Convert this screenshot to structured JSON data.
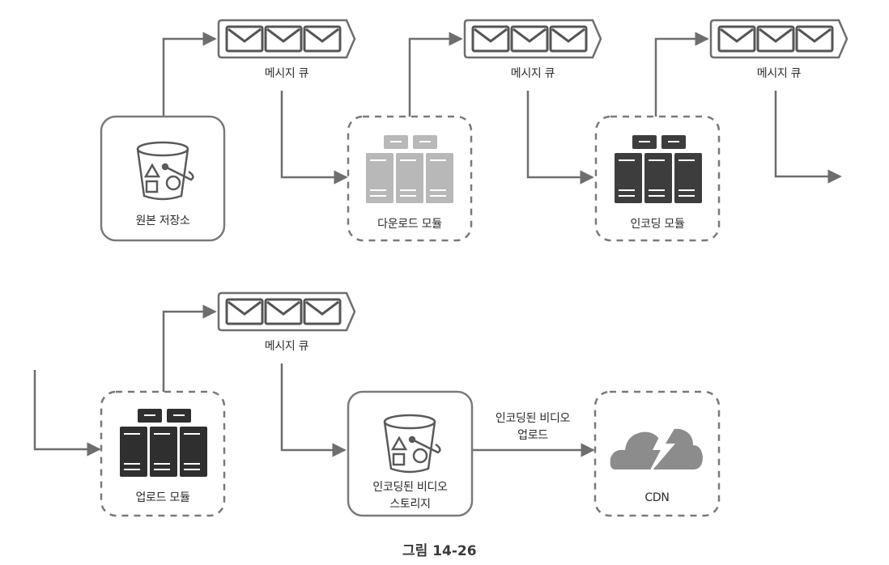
{
  "figure": {
    "caption": "그림 14-26"
  },
  "queues": [
    {
      "id": "queue-1",
      "label": "메시지 큐",
      "message_count": 3
    },
    {
      "id": "queue-2",
      "label": "메시지 큐",
      "message_count": 3
    },
    {
      "id": "queue-3",
      "label": "메시지 큐",
      "message_count": 3
    },
    {
      "id": "queue-4",
      "label": "메시지 큐",
      "message_count": 3
    }
  ],
  "nodes": {
    "original_storage": {
      "label": "원본 저장소",
      "icon": "bucket-icon",
      "border": "solid"
    },
    "download_module": {
      "label": "다운로드 모듈",
      "icon": "server-cluster-icon",
      "border": "dashed",
      "icon_color": "#b8b8b8"
    },
    "encoding_module": {
      "label": "인코딩 모듈",
      "icon": "server-cluster-icon",
      "border": "dashed",
      "icon_color": "#3d3d3d"
    },
    "upload_module": {
      "label": "업로드 모듈",
      "icon": "server-cluster-icon",
      "border": "dashed",
      "icon_color": "#2f2f2f"
    },
    "encoded_storage": {
      "label_line1": "인코딩된 비디오",
      "label_line2": "스토리지",
      "icon": "bucket-icon",
      "border": "solid"
    },
    "cdn": {
      "label": "CDN",
      "icon": "cloud-lightning-icon",
      "border": "dashed",
      "icon_color": "#8c8c8c"
    }
  },
  "edges": [
    {
      "from": "original_storage",
      "to": "queue-1"
    },
    {
      "from": "queue-1",
      "to": "download_module"
    },
    {
      "from": "download_module",
      "to": "queue-2"
    },
    {
      "from": "queue-2",
      "to": "encoding_module"
    },
    {
      "from": "encoding_module",
      "to": "queue-3"
    },
    {
      "from": "queue-3",
      "to": "upload_module"
    },
    {
      "from": "upload_module",
      "to": "queue-4"
    },
    {
      "from": "queue-4",
      "to": "encoded_storage"
    },
    {
      "from": "encoded_storage",
      "to": "cdn",
      "label_line1": "인코딩된 비디오",
      "label_line2": "업로드"
    }
  ],
  "colors": {
    "line": "#6e6e6e",
    "box_border": "#7a7a7a",
    "text": "#2b2b2b"
  }
}
